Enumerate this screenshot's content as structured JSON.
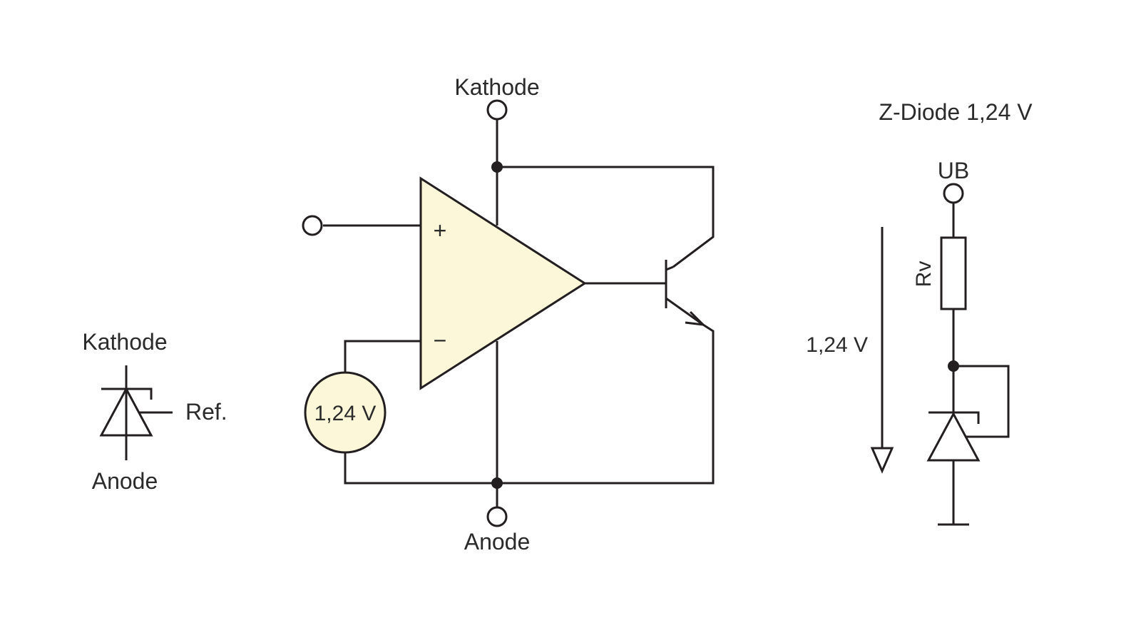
{
  "colors": {
    "line": "#231f20",
    "fill": "#fdf7d9",
    "text": "#2b2b2b"
  },
  "symbol": {
    "kathode": "Kathode",
    "anode": "Anode",
    "ref": "Ref."
  },
  "circuit": {
    "kathode": "Kathode",
    "anode": "Anode",
    "plus": "+",
    "minus": "−",
    "reference_voltage": "1,24 V"
  },
  "zdiode": {
    "title": "Z-Diode 1,24 V",
    "supply": "UB",
    "resistor": "Rv",
    "voltage": "1,24 V"
  }
}
